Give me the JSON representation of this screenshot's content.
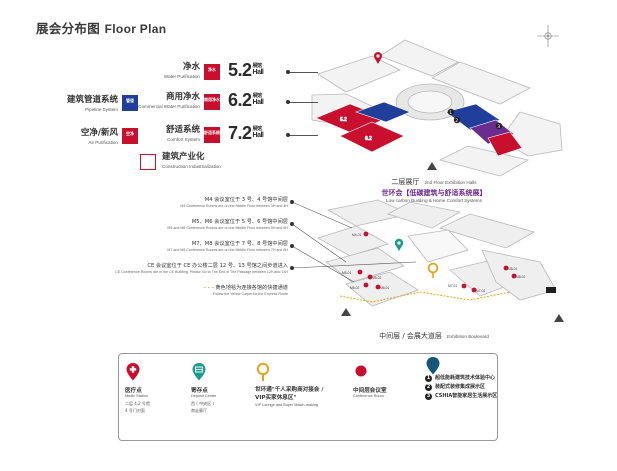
{
  "title_zh": "展会分布图",
  "title_en": "Floor Plan",
  "halls": [
    {
      "zh": "净水",
      "en": "Water Purification",
      "badge": "净水",
      "num": "5.2",
      "unit_zh": "展馆",
      "unit_en": "Hall",
      "color": "#c8102e"
    },
    {
      "zh": "商用净水",
      "en": "Commercial Water Purification",
      "badge": "商用净水",
      "num": "6.2",
      "unit_zh": "展馆",
      "unit_en": "Hall",
      "color": "#c8102e"
    },
    {
      "zh": "舒适系统",
      "en": "Comfort System",
      "badge": "舒适系统",
      "num": "7.2",
      "unit_zh": "展馆",
      "unit_en": "Hall",
      "color": "#c8102e"
    }
  ],
  "left_halls": [
    {
      "zh": "建筑管道系统",
      "en": "Pipeline System",
      "badge": "管道",
      "color": "#1f3f9b"
    },
    {
      "zh": "空净/新风",
      "en": "Air Purification",
      "badge": "空净",
      "color": "#c8102e"
    }
  ],
  "construction": {
    "zh": "建筑产业化",
    "en": "Construction Industrialization"
  },
  "second_floor": {
    "zh": "二层展厅",
    "en": "2nd Floor Exhibition Halls",
    "theme_zh": "世环会【低碳建筑与舒适系统展】",
    "theme_en": "Low carbon Building & Home Comfort Systems"
  },
  "middle_floor_labels": [
    {
      "zh": "M4 会议室位于 3 号、4 号馆中间层",
      "en": "M4 Conference Rooms are on the Middle Floor between 3H and 4H"
    },
    {
      "zh": "M5、M6 会议室位于 5 号、6 号馆中间层",
      "en": "M5 and M6 Conference Rooms are on the Middle Floor between 5H and 6H"
    },
    {
      "zh": "M7、M8 会议室位于 7 号、8 号馆中间层",
      "en": "M7 and M8 Conference Rooms are on the Middle Floor between 7H and 8H"
    },
    {
      "zh": "CE 会议室位于 CE 办公楼二层 12 号、13 号馆之间步道进入",
      "en": "CE Conference Rooms are in the CE Building, Please Go to The End of The Passage between 12H and 13H"
    },
    {
      "zh": "黄色地毯为连接各馆的快捷通道",
      "en": "Follow the Yellow Carpet for the Express Route"
    }
  ],
  "map_rooms": [
    "M4-01",
    "M5-01",
    "M5-02",
    "M6-02",
    "M6-01",
    "M7-01",
    "M7-02",
    "M8-01",
    "M8-02"
  ],
  "middle_floor": {
    "zh": "中间层 / 会展大道层",
    "en": "Exhibition Boulevard"
  },
  "legend": {
    "medical": {
      "zh": "医疗点",
      "en": "Medic Station",
      "sub": [
        "二层 4.2 号馆",
        "4 号门对面"
      ]
    },
    "deposit": {
      "zh": "寄存点",
      "en": "Deposit Center",
      "sub": [
        "西 ( 中央区 )",
        "南走廊厅"
      ]
    },
    "vip": {
      "zh": "世环通\"千人采购商对接会 / VIP买家休息区\"",
      "en": "VIP Lounge and Buyer Match-making"
    },
    "conference": {
      "zh": "中间层会议室",
      "en": "Conference Room"
    },
    "zones": [
      {
        "num": "1",
        "label": "超低能耗建筑技术体验中心"
      },
      {
        "num": "2",
        "label": "装配式装修集成展示区"
      },
      {
        "num": "3",
        "label": "CSHIA智能家居生活展示区"
      }
    ]
  },
  "colors": {
    "red": "#c8102e",
    "blue": "#1f3f9b",
    "purple": "#6a2c8e",
    "teal": "#1a9b8e",
    "gold": "#e6a317",
    "navy": "#14577a"
  }
}
